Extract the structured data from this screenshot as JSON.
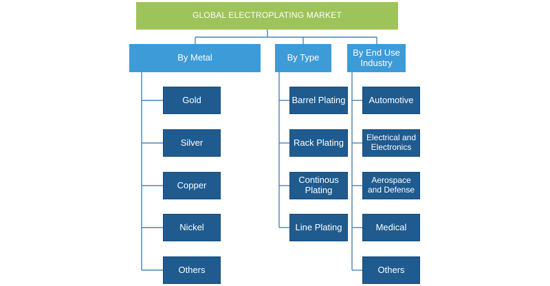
{
  "root": {
    "label": "GLOBAL ELECTROPLATING MARKET"
  },
  "categories": [
    {
      "label": "By Metal",
      "items": [
        "Gold",
        "Silver",
        "Copper",
        "Nickel",
        "Others"
      ]
    },
    {
      "label": "By Type",
      "items": [
        "Barrel Plating",
        "Rack Plating",
        "Continous Plating",
        "Line Plating"
      ]
    },
    {
      "label": "By End Use Industry",
      "items": [
        "Automotive",
        "Electrical and Electronics",
        "Aerospace and Defense",
        "Medical",
        "Others"
      ]
    }
  ]
}
